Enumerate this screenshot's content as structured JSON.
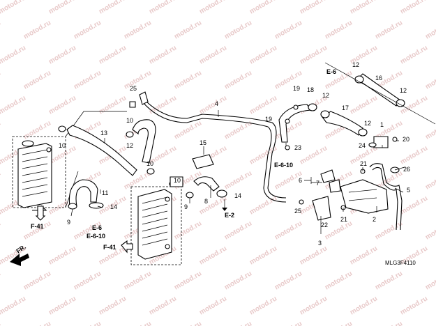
{
  "watermark": {
    "text": "motod.ru"
  },
  "callouts": {
    "c1": "1",
    "c2": "2",
    "c3": "3",
    "c4": "4",
    "c5": "5",
    "c6": "6",
    "c7": "7",
    "c8": "8",
    "c9a": "9",
    "c9b": "9",
    "c10a": "10",
    "c10b": "10",
    "c10c": "10",
    "c10d": "10",
    "c11": "11",
    "c12a": "12",
    "c12b": "12",
    "c12c": "12",
    "c12d": "12",
    "c13": "13",
    "c14a": "14",
    "c14b": "14",
    "c15": "15",
    "c16": "16",
    "c17": "17",
    "c18": "18",
    "c19a": "19",
    "c19b": "19",
    "c20": "20",
    "c21a": "21",
    "c21b": "21",
    "c22": "22",
    "c23": "23",
    "c24": "24",
    "c25a": "25",
    "c25b": "25",
    "c26": "26"
  },
  "references": {
    "e6_top": "E-6",
    "e6_left": "E-6",
    "e610_left": "E-6-10",
    "e610_mid": "E-6-10",
    "e2": "E-2",
    "f41_left": "F-41",
    "f41_mid": "F-41",
    "fr": "FR."
  },
  "diagram_code": "MLG3F4110"
}
